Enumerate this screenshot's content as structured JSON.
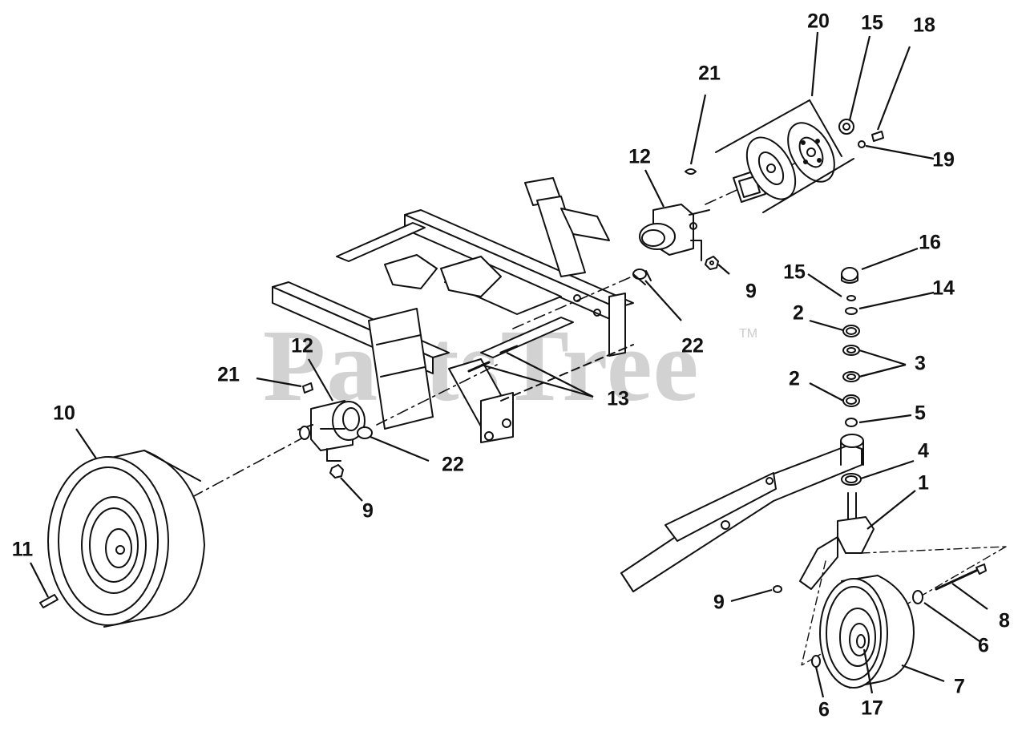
{
  "watermark": {
    "text": "PartsTree",
    "trademark": "TM"
  },
  "callouts": {
    "c20": "20",
    "c15a": "15",
    "c18": "18",
    "c21a": "21",
    "c19": "19",
    "c12a": "12",
    "c16": "16",
    "c15b": "15",
    "c9a": "9",
    "c14": "14",
    "c2a": "2",
    "c22a": "22",
    "c3": "3",
    "c12b": "12",
    "c21b": "21",
    "c2b": "2",
    "c13": "13",
    "c5": "5",
    "c10": "10",
    "c22b": "22",
    "c4": "4",
    "c1": "1",
    "c9b": "9",
    "c11": "11",
    "c9c": "9",
    "c8": "8",
    "c6a": "6",
    "c7": "7",
    "c6b": "6",
    "c17": "17"
  },
  "colors": {
    "ink": "#111111",
    "watermark": "#d2d2d2"
  }
}
